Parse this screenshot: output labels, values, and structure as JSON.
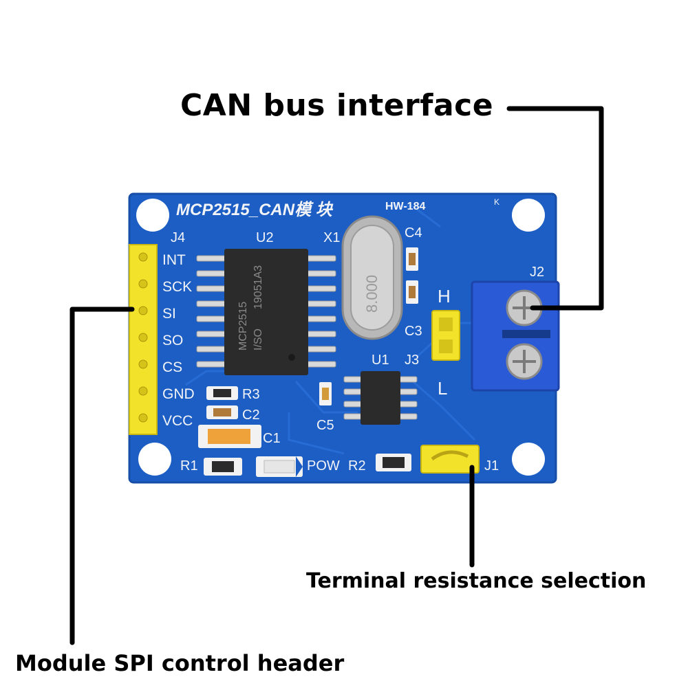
{
  "callouts": {
    "can_bus": "CAN bus interface",
    "terminal": "Terminal resistance selection",
    "spi_header": "Module SPI control header"
  },
  "board": {
    "title": "MCP2515_CAN模 块",
    "model": "HW-184",
    "corner_mark": "K",
    "chip_u2_marking": [
      "MCP2515",
      "I/SO",
      "19051A3"
    ],
    "crystal_marking": "8.000",
    "labels": {
      "j4": "J4",
      "u2": "U2",
      "x1": "X1",
      "c4": "C4",
      "j2": "J2",
      "h": "H",
      "c3": "C3",
      "j3": "J3",
      "u1": "U1",
      "l": "L",
      "r3": "R3",
      "c2": "C2",
      "c5": "C5",
      "c1": "C1",
      "r1": "R1",
      "pow": "POW",
      "r2": "R2",
      "j1": "J1"
    },
    "pins": [
      "INT",
      "SCK",
      "SI",
      "SO",
      "CS",
      "GND",
      "VCC"
    ]
  },
  "colors": {
    "pcb": "#1d5ec4",
    "pcb_edge": "#174fa8",
    "silkscreen": "#f2f4f8",
    "header": "#f3e22a",
    "terminal_block": "#2a5ad6",
    "chip": "#2b2b2b",
    "callout_line": "#000000"
  }
}
